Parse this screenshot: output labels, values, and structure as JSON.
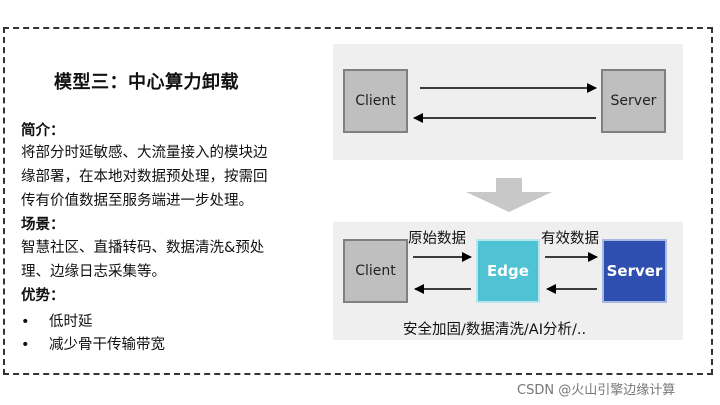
{
  "title": "模型三：中心算力卸载",
  "intro_heading": "简介：",
  "intro_lines": [
    "将部分时延敏感、大流量接入的模块边",
    "缘部署，在本地对数据预处理，按需回",
    "传有价值数据至服务端进一步处理。"
  ],
  "scenario_heading": "场景：",
  "scenario_lines": [
    "智慧社区、直播转码、数据清洗&预处",
    "理、边缘日志采集等。"
  ],
  "advantage_heading": "优势：",
  "advantages": [
    {
      "bullet": "•",
      "text": "低时延"
    },
    {
      "bullet": "•",
      "text": "减少骨干传输带宽"
    }
  ],
  "top_diagram": {
    "client": "Client",
    "server": "Server"
  },
  "bottom_diagram": {
    "client": "Client",
    "edge": "Edge",
    "server": "Server",
    "label_raw": "原始数据",
    "label_valid": "有效数据",
    "caption": "安全加固/数据清洗/AI分析/.."
  },
  "watermark": "CSDN @火山引擎边缘计算",
  "colors": {
    "panel": "#efefef",
    "grey_box": "#bfbfbf",
    "edge": "#4fc3d3",
    "server_blue": "#2f4fb0",
    "down_arrow": "#c8c8c8"
  }
}
